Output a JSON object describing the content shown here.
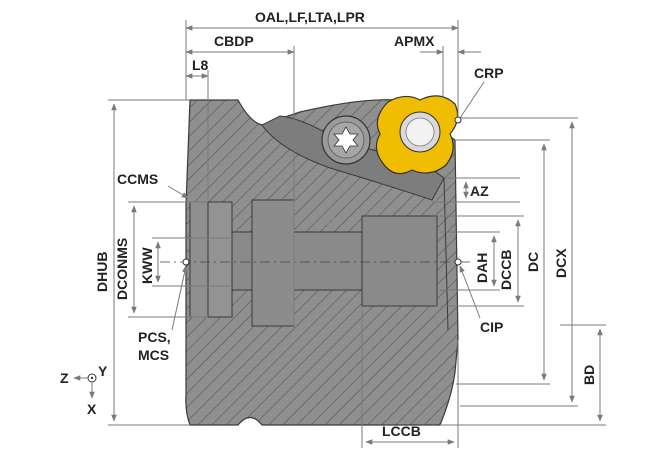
{
  "labels": {
    "oal": "OAL,LF,LTA,LPR",
    "cbdp": "CBDP",
    "apmx": "APMX",
    "l8": "L8",
    "crp": "CRP",
    "ccms": "CCMS",
    "az": "AZ",
    "dhub": "DHUB",
    "dconms": "DCONMS",
    "kww": "KWW",
    "dah": "DAH",
    "dccb": "DCCB",
    "dc": "DC",
    "dcx": "DCX",
    "pcs": "PCS,",
    "mcs": "MCS",
    "cip": "CIP",
    "bd": "BD",
    "lccb": "LCCB",
    "axis_z": "Z",
    "axis_y": "Y",
    "axis_x": "X"
  },
  "colors": {
    "body_gray": "#8f8f8f",
    "body_dark": "#6e6e6e",
    "insert_yellow": "#f0bd00",
    "dimension_gray": "#7a7a7a",
    "text": "#222222"
  }
}
